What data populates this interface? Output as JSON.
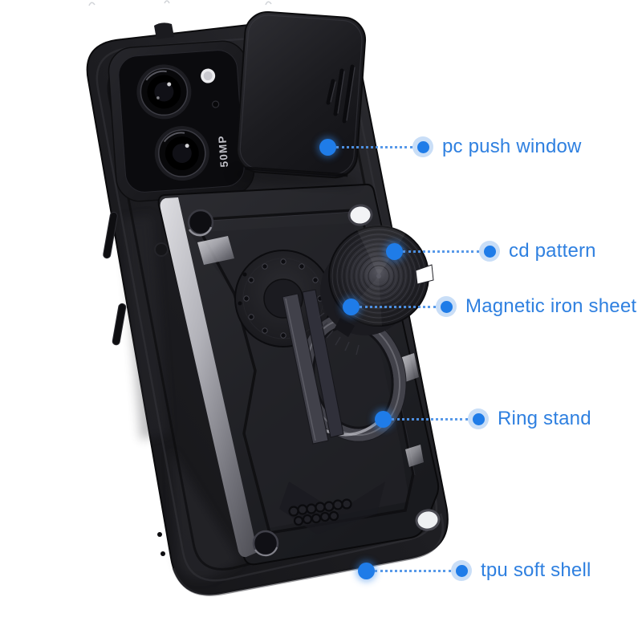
{
  "image": {
    "type": "annotated product photo",
    "background": "#ffffff",
    "subject": "black armor phone case with slide camera cover, cd-pattern magnetic ring stand"
  },
  "accent_colors": {
    "callout_text_blue": "#2f80e0",
    "dot_blue": "#1f7ce8",
    "halo_blue": "rgba(47,128,224,0.26)",
    "dash_blue": "#4f94e8"
  },
  "product": {
    "camera_label": "50MP",
    "shell_color": "#1d1d21",
    "accent_silver": "#b9b9c0"
  },
  "callouts": [
    {
      "label": "pc push window"
    },
    {
      "label": "cd pattern"
    },
    {
      "label": "Magnetic iron sheet"
    },
    {
      "label": "Ring stand"
    },
    {
      "label": "tpu soft shell"
    }
  ]
}
